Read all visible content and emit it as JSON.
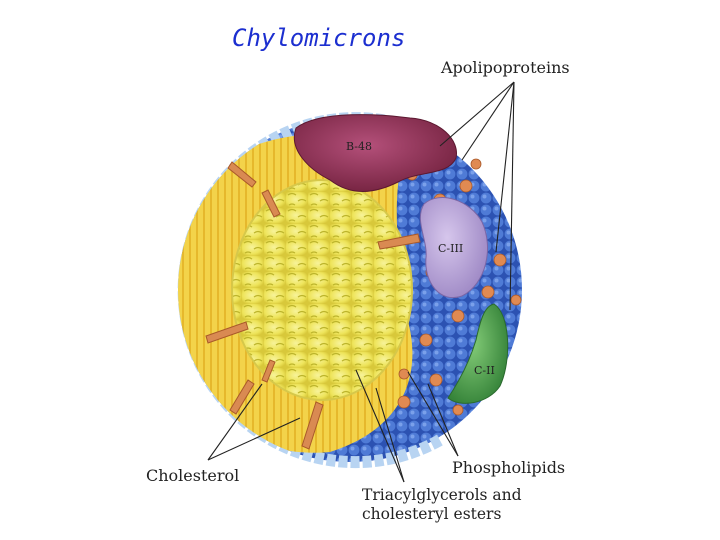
{
  "title": "Chylomicrons",
  "labels": {
    "apolipoproteins": "Apolipoproteins",
    "cholesterol": "Cholesterol",
    "phospholipids": "Phospholipids",
    "triacylglycerols_line1": "Triacylglycerols and",
    "triacylglycerols_line2": "cholesteryl esters"
  },
  "proteins": {
    "b48": "B-48",
    "c3": "C-III",
    "c2": "C-II"
  },
  "colors": {
    "title": "#1c2fd0",
    "phospholipid_blue": "#3a64c4",
    "core_yellow": "#f2ea5e",
    "b48_maroon": "#8e2c4c",
    "c3_lavender": "#b8a2d6",
    "c2_green": "#4fa64f",
    "cholesterol_orange": "#d98a52"
  }
}
